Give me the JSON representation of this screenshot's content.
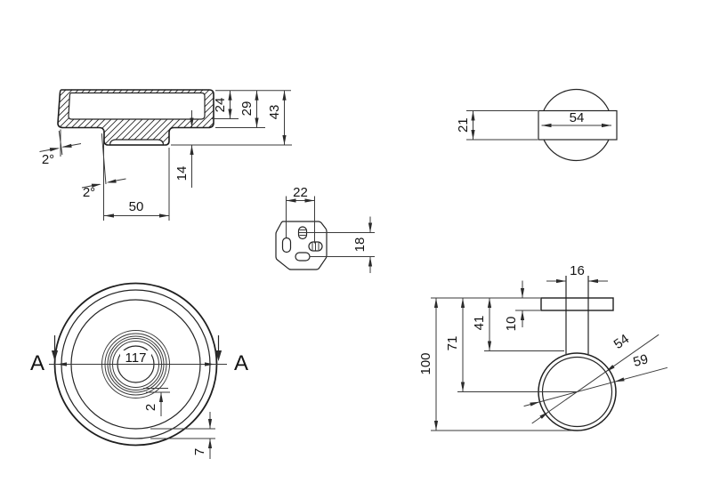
{
  "drawing": {
    "section_view": {
      "dim_24": "24",
      "dim_29": "29",
      "dim_43": "43",
      "dim_14": "14",
      "dim_50": "50",
      "draft_angle_upper": "2°",
      "draft_angle_lower": "2°"
    },
    "plate_top_view": {
      "dim_54": "54",
      "dim_21": "21"
    },
    "bracket_view": {
      "dim_22": "22",
      "dim_18": "18"
    },
    "plan_view": {
      "dim_117": "117",
      "dim_2": "2",
      "dim_7": "7",
      "section_label_left": "A",
      "section_label_right": "A"
    },
    "side_view": {
      "dim_16": "16",
      "dim_10": "10",
      "dim_41": "41",
      "dim_71": "71",
      "dim_100": "100",
      "dim_54": "54",
      "dim_59": "59"
    },
    "colors": {
      "line": "#1f1f1f",
      "background": "#ffffff"
    }
  }
}
